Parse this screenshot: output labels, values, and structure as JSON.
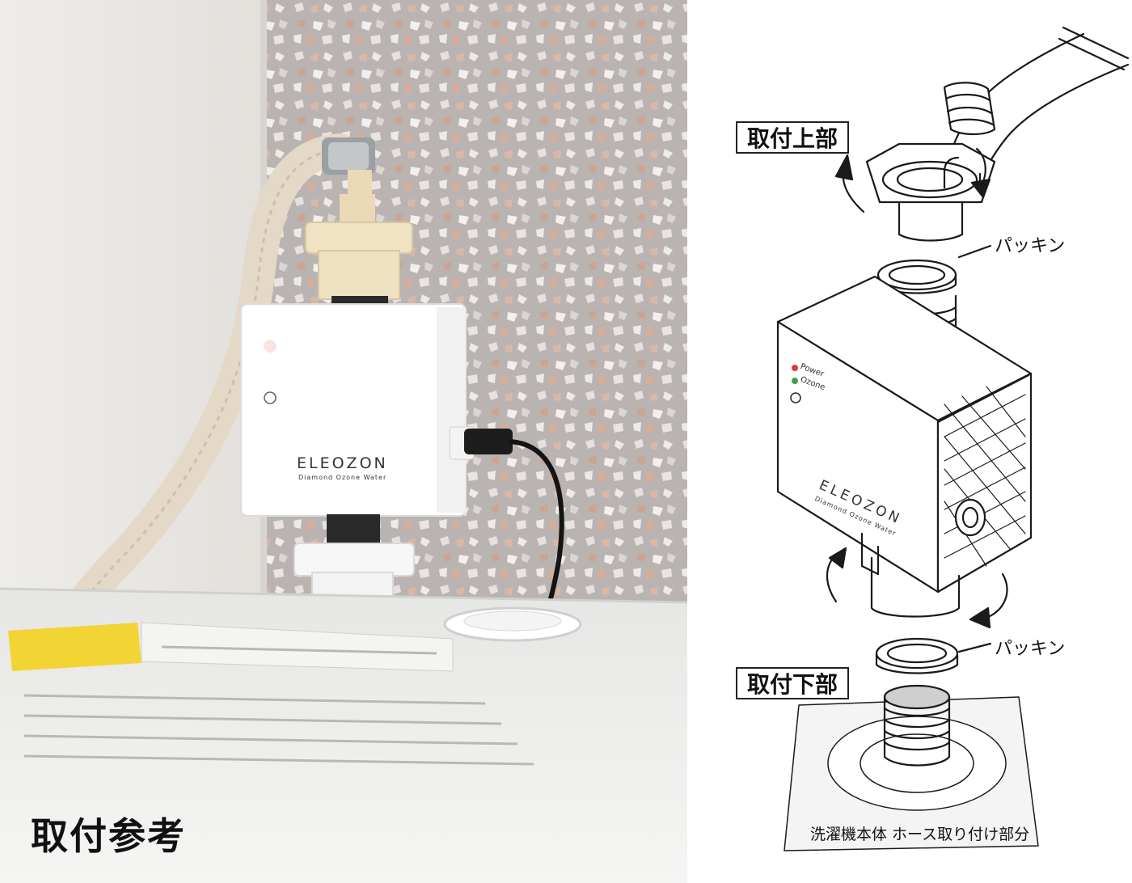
{
  "photo": {
    "caption": "取付参考",
    "device_brand": "ELEOZON",
    "device_tagline": "Diamond Ozone Water"
  },
  "diagram": {
    "top_mount_label": "取付上部",
    "bottom_mount_label": "取付下部",
    "gasket_label_top": "パッキン",
    "gasket_label_bottom": "パッキン",
    "device_brand": "ELEOZON",
    "device_tagline": "Diamond Ozone Water",
    "indicator_power": "Power",
    "indicator_ozone": "Ozone",
    "base_caption": "洗濯機本体 ホース取り付け部分"
  },
  "colors": {
    "power_led": "#e53935",
    "ozone_led": "#43a047"
  }
}
